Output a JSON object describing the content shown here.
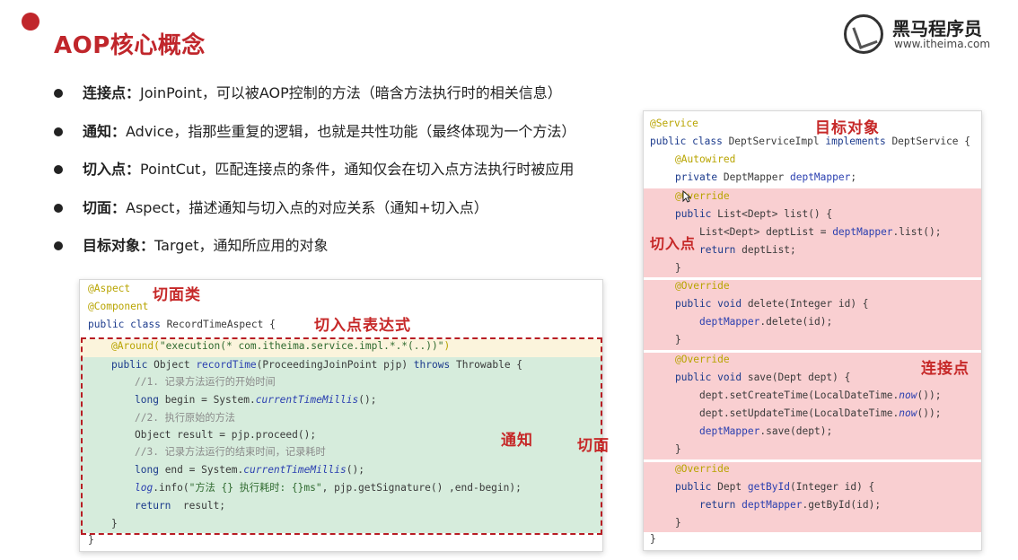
{
  "header": {
    "title": "AOP核心概念",
    "logo_name": "黑马程序员",
    "logo_url": "www.itheima.com"
  },
  "bullets": [
    {
      "term": "连接点：",
      "desc": "JoinPoint，可以被AOP控制的方法（暗含方法执行时的相关信息）"
    },
    {
      "term": "通知：",
      "desc": "Advice，指那些重复的逻辑，也就是共性功能（最终体现为一个方法）"
    },
    {
      "term": "切入点：",
      "desc": "PointCut，匹配连接点的条件，通知仅会在切入点方法执行时被应用"
    },
    {
      "term": "切面：",
      "desc": "Aspect，描述通知与切入点的对应关系（通知+切入点）"
    },
    {
      "term": "目标对象：",
      "desc": "Target，通知所应用的对象"
    }
  ],
  "aspect_code": {
    "l1": "@Aspect",
    "l2": "@Component",
    "l3_kw": "public class ",
    "l3_rest": "RecordTimeAspect {",
    "l4_ann": "@Around(",
    "l4_str": "\"execution(* com.itheima.service.impl.*.*(..))\"",
    "l4_end": ")",
    "l5_kw": "public ",
    "l5_type": "Object ",
    "l5_fn": "recordTime",
    "l5_params": "(ProceedingJoinPoint pjp) ",
    "l5_kw2": "throws ",
    "l5_end": "Throwable {",
    "l6": "//1. 记录方法运行的开始时间",
    "l7_kw": "long ",
    "l7_a": "begin = System.",
    "l7_it": "currentTimeMillis",
    "l7_b": "();",
    "l8": "//2. 执行原始的方法",
    "l9": "Object result = pjp.proceed();",
    "l10": "//3. 记录方法运行的结束时间，记录耗时",
    "l11_kw": "long ",
    "l11_a": "end = System.",
    "l11_it": "currentTimeMillis",
    "l11_b": "();",
    "l12_it": "log",
    "l12_a": ".info(",
    "l12_str": "\"方法 {} 执行耗时: {}ms\"",
    "l12_b": ", pjp.getSignature() ,end-begin);",
    "l13_kw": "return ",
    "l13_a": " result;",
    "l14": "}",
    "l15": "}"
  },
  "service_code": {
    "l1": "@Service",
    "l2_kw": "public class ",
    "l2_a": "DeptServiceImpl ",
    "l2_kw2": "implements ",
    "l2_b": "DeptService {",
    "l3": "@Autowired",
    "l4_kw": "private ",
    "l4_a": "DeptMapper ",
    "l4_fn": "deptMapper",
    "l4_b": ";",
    "l5": "@Override",
    "l6_kw": "public ",
    "l6_a": "List<Dept> list() {",
    "l7": "List<Dept> deptList = ",
    "l7_fn": "deptMapper",
    "l7_b": ".list();",
    "l8_kw": "return ",
    "l8_a": "deptList;",
    "l9": "}",
    "l10": "@Override",
    "l11_kw": "public void ",
    "l11_a": "delete(Integer id) {",
    "l12_fn": "deptMapper",
    "l12_a": ".delete(id);",
    "l13": "}",
    "l14": "@Override",
    "l15_kw": "public void ",
    "l15_a": "save(Dept dept) {",
    "l16_a": "dept.setCreateTime(LocalDateTime.",
    "l16_it": "now",
    "l16_b": "());",
    "l17_a": "dept.setUpdateTime(LocalDateTime.",
    "l17_it": "now",
    "l17_b": "());",
    "l18_fn": "deptMapper",
    "l18_a": ".save(dept);",
    "l19": "}",
    "l20": "@Override",
    "l21_kw": "public ",
    "l21_a": "Dept ",
    "l21_fn": "getById",
    "l21_b": "(Integer id) {",
    "l22_kw": "return ",
    "l22_fn": "deptMapper",
    "l22_a": ".getById(id);",
    "l23": "}",
    "l24": "}"
  },
  "annotations": {
    "aspect_class": "切面类",
    "pointcut_expr": "切入点表达式",
    "advice": "通知",
    "aspect": "切面",
    "target": "目标对象",
    "pointcut": "切入点",
    "joinpoint": "连接点"
  },
  "colors": {
    "title_red": "#c0262b",
    "advice_green": "#d6ecdc",
    "joinpoint_pink": "#f9cfd1",
    "handwriting_red": "#c62828"
  }
}
